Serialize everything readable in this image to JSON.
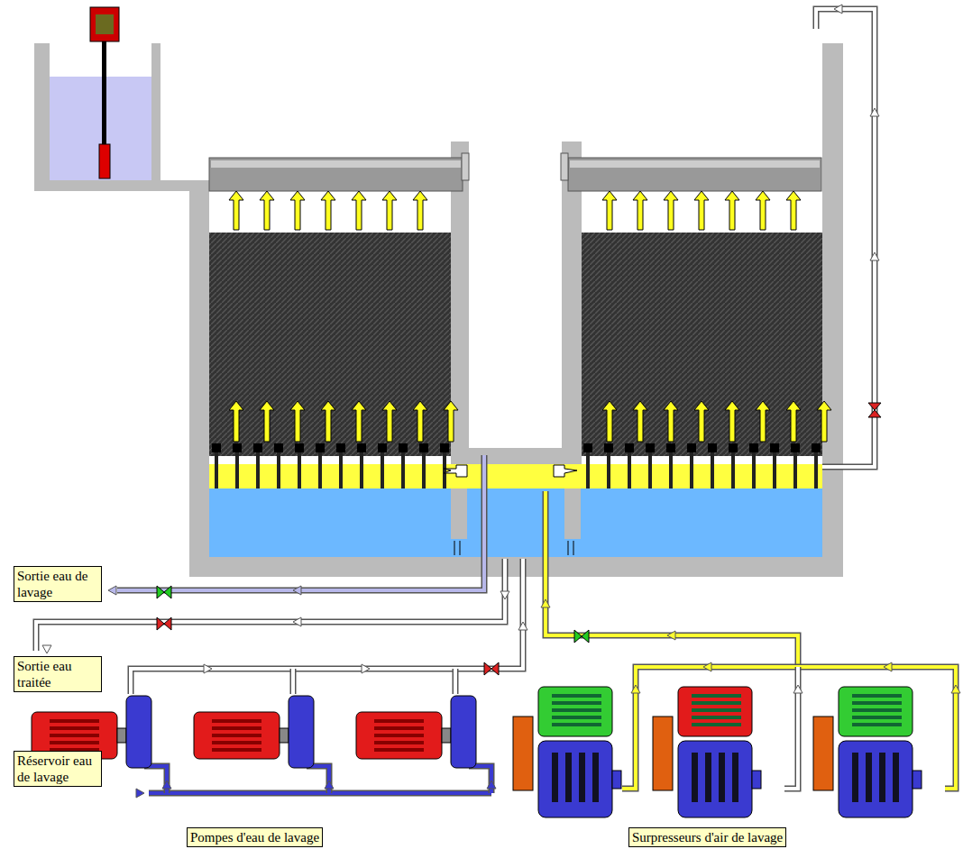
{
  "diagram": {
    "nodes": [
      {
        "text": [
          "Sortie eau de lavage"
        ]
      },
      {
        "text": [
          "Sortie eau traitée"
        ]
      },
      {
        "text": [
          "Réservoir eau de lavage"
        ]
      },
      {
        "text": [
          "Pompes d'eau de lavage"
        ]
      },
      {
        "text": [
          "Surpresseurs d'air de lavage"
        ]
      }
    ]
  }
}
